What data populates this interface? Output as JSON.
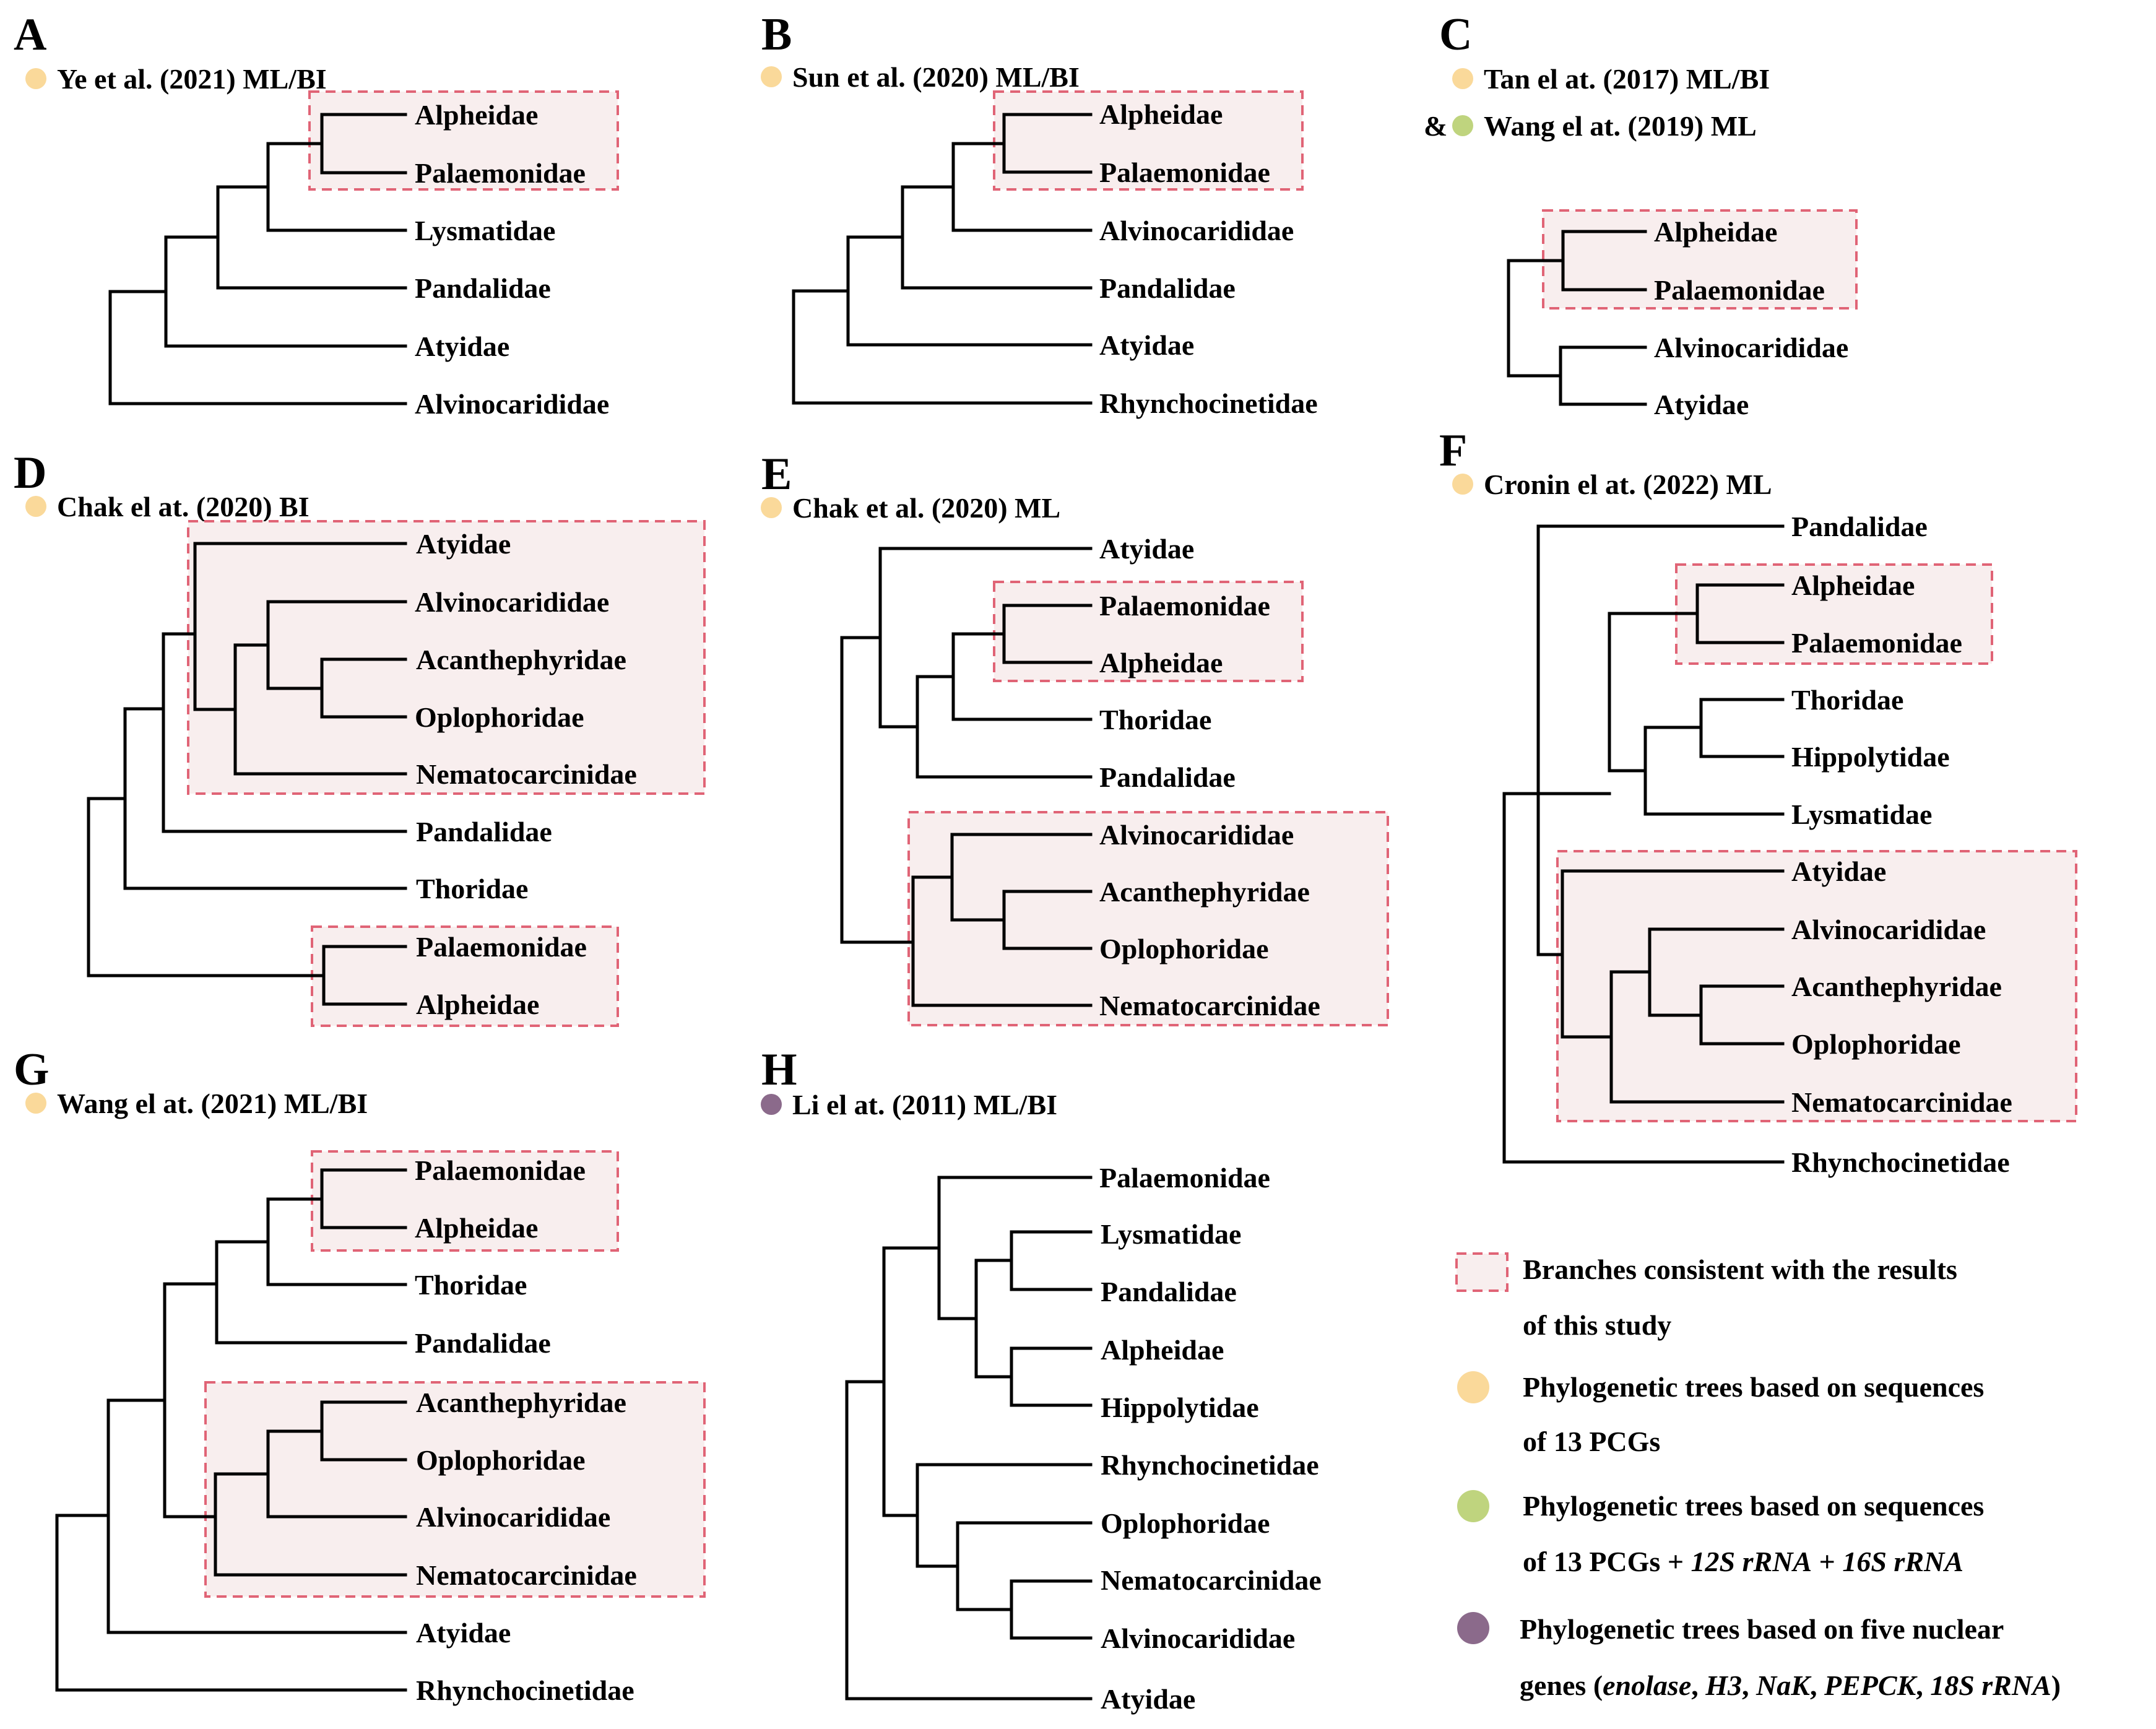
{
  "panels": {
    "A": {
      "label": "A",
      "title": "Ye et al. (2021) ML/BI",
      "taxa": [
        "Alpheidae",
        "Palaemonidae",
        "Lysmatidae",
        "Pandalidae",
        "Atyidae",
        "Alvinocarididae"
      ]
    },
    "B": {
      "label": "B",
      "title": "Sun et al. (2020) ML/BI",
      "taxa": [
        "Alpheidae",
        "Palaemonidae",
        "Alvinocarididae",
        "Pandalidae",
        "Atyidae",
        "Rhynchocinetidae"
      ]
    },
    "C": {
      "label": "C",
      "title": "Tan el at. (2017) ML/BI",
      "title2_prefix": "&",
      "title2": "Wang el at. (2019) ML",
      "taxa": [
        "Alpheidae",
        "Palaemonidae",
        "Alvinocarididae",
        "Atyidae"
      ]
    },
    "D": {
      "label": "D",
      "title": "Chak el at. (2020) BI",
      "taxa": [
        "Atyidae",
        "Alvinocarididae",
        "Acanthephyridae",
        "Oplophoridae",
        "Nematocarcinidae",
        "Pandalidae",
        "Thoridae",
        "Palaemonidae",
        "Alpheidae"
      ]
    },
    "E": {
      "label": "E",
      "title": "Chak et al. (2020) ML",
      "taxa": [
        "Atyidae",
        "Palaemonidae",
        "Alpheidae",
        "Thoridae",
        "Pandalidae",
        "Alvinocarididae",
        "Acanthephyridae",
        "Oplophoridae",
        "Nematocarcinidae"
      ]
    },
    "F": {
      "label": "F",
      "title": "Cronin el at. (2022) ML",
      "taxa": [
        "Pandalidae",
        "Alpheidae",
        "Palaemonidae",
        "Thoridae",
        "Hippolytidae",
        "Lysmatidae",
        "Atyidae",
        "Alvinocarididae",
        "Acanthephyridae",
        "Oplophoridae",
        "Nematocarcinidae",
        "Rhynchocinetidae"
      ]
    },
    "G": {
      "label": "G",
      "title": "Wang el at. (2021) ML/BI",
      "taxa": [
        "Palaemonidae",
        "Alpheidae",
        "Thoridae",
        "Pandalidae",
        "Acanthephyridae",
        "Oplophoridae",
        "Alvinocarididae",
        "Nematocarcinidae",
        "Atyidae",
        "Rhynchocinetidae"
      ]
    },
    "H": {
      "label": "H",
      "title": "Li el at. (2011) ML/BI",
      "taxa": [
        "Palaemonidae",
        "Lysmatidae",
        "Pandalidae",
        "Alpheidae",
        "Hippolytidae",
        "Rhynchocinetidae",
        "Oplophoridae",
        "Nematocarcinidae",
        "Alvinocarididae",
        "Atyidae"
      ]
    }
  },
  "legend": {
    "box_line1": "Branches consistent with the results",
    "box_line2": "of this study",
    "pcg_line1": "Phylogenetic trees based on sequences",
    "pcg_line2": "of 13 PCGs",
    "rrna_line1": "Phylogenetic trees based on sequences",
    "rrna_line2_a": "of 13 PCGs + ",
    "rrna_line2_b": "12S rRNA",
    "rrna_line2_c": " + ",
    "rrna_line2_d": "16S rRNA",
    "nuc_line1": "Phylogenetic trees based on five nuclear",
    "nuc_line2_a": "genes (",
    "nuc_line2_b": "enolase",
    "nuc_line2_c": ", ",
    "nuc_line2_d": "H3",
    "nuc_line2_e": ", ",
    "nuc_line2_f": "NaK",
    "nuc_line2_g": ", ",
    "nuc_line2_h": "PEPCK",
    "nuc_line2_i": ", ",
    "nuc_line2_j": "18S rRNA",
    "nuc_line2_k": ")"
  },
  "colors": {
    "pcg": "#fad99a",
    "pcg_rrna": "#bfd47e",
    "nuclear": "#8b6a8b",
    "box_fill": "#f8eeee",
    "box_stroke": "#e06476"
  }
}
